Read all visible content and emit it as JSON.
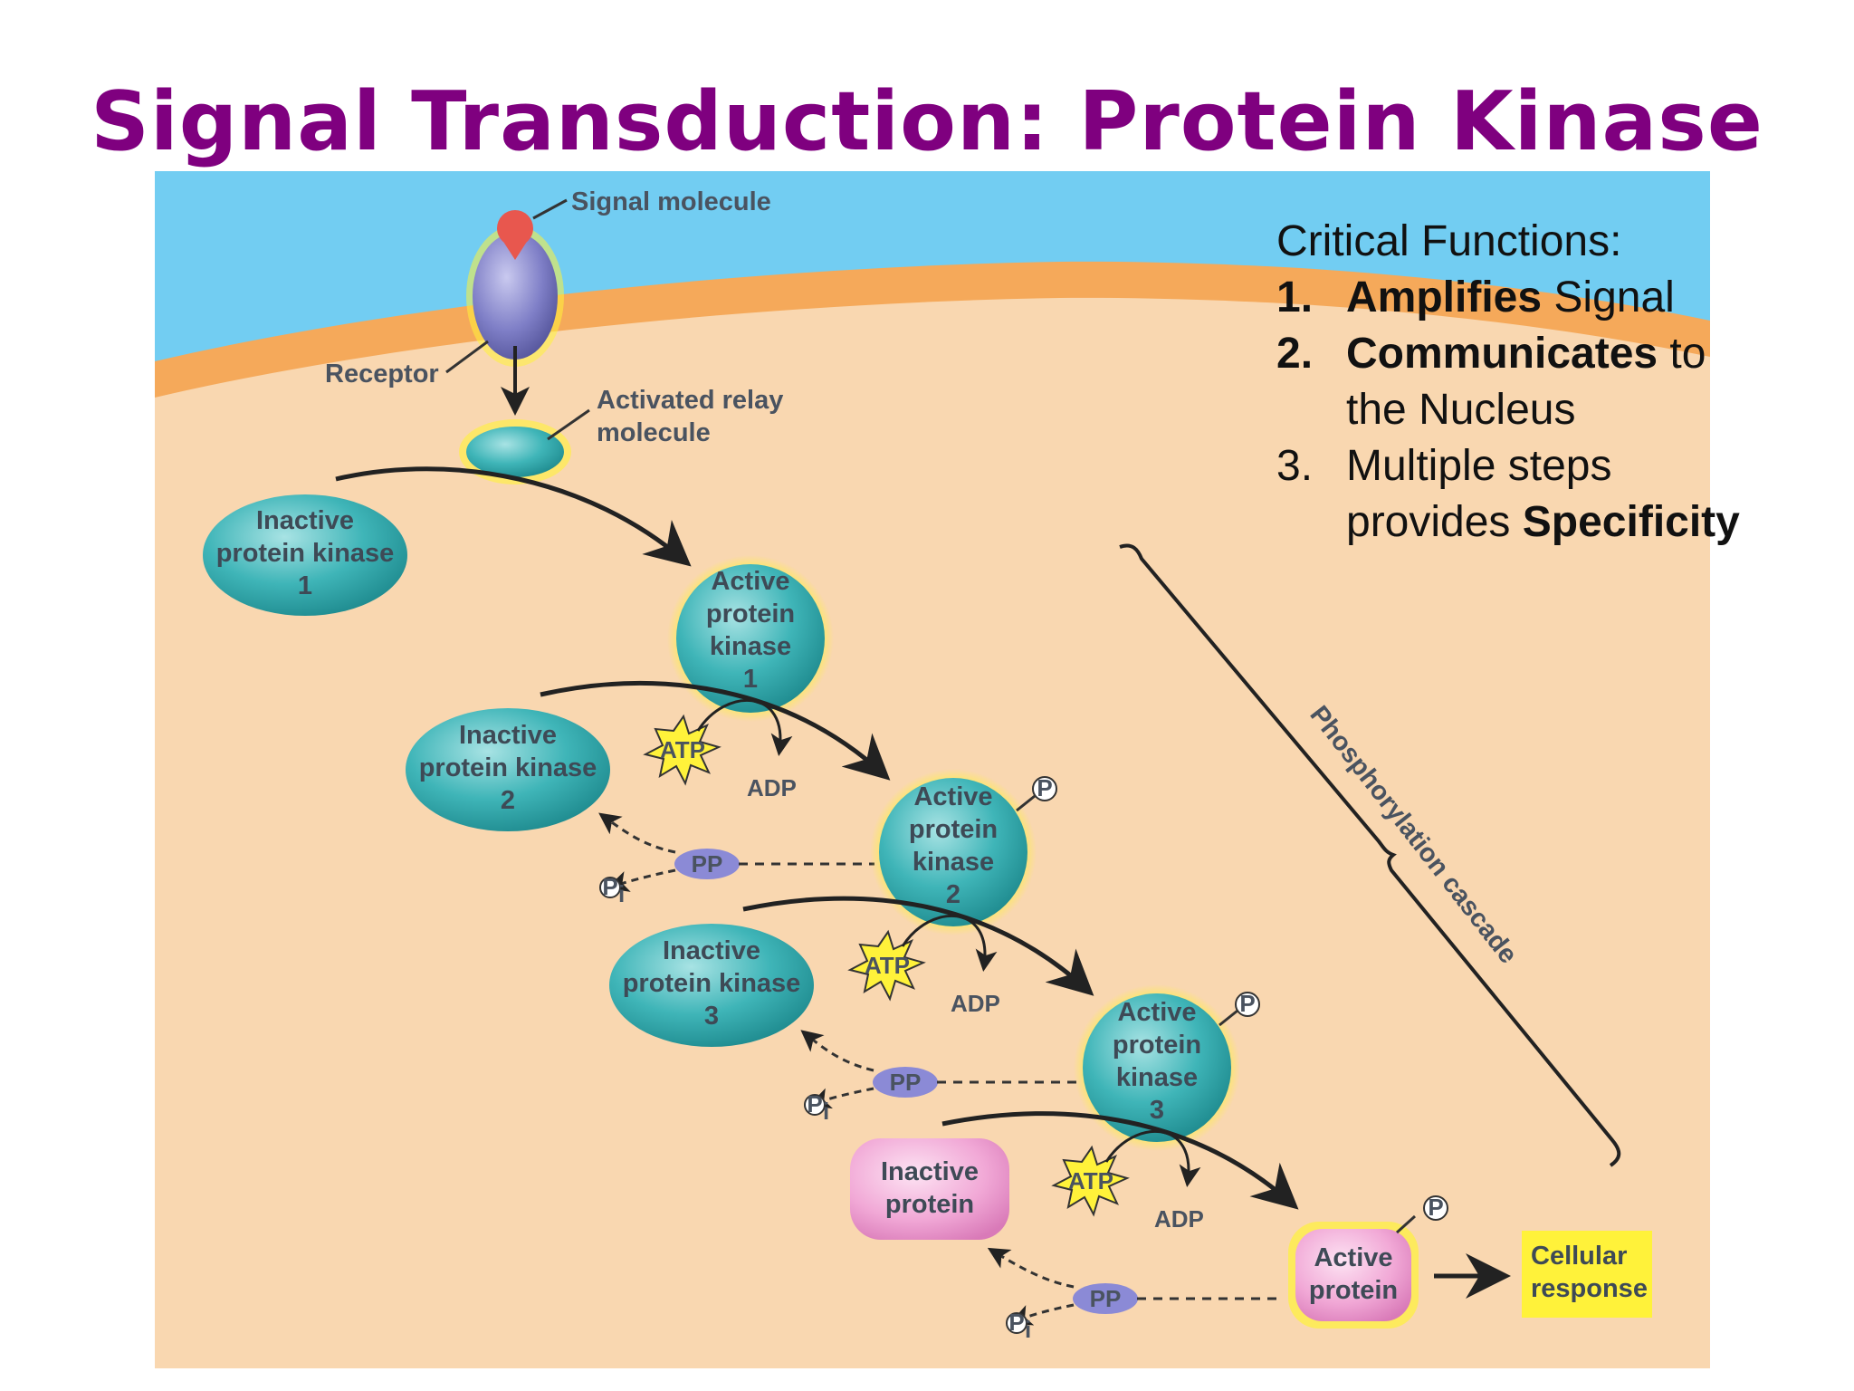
{
  "title": "Signal Transduction:  Protein Kinase",
  "labels": {
    "signal_molecule": "Signal molecule",
    "receptor": "Receptor",
    "relay_line1": "Activated relay",
    "relay_line2": "molecule",
    "inactive_pk1": [
      "Inactive",
      "protein kinase",
      "1"
    ],
    "active_pk1": [
      "Active",
      "protein",
      "kinase",
      "1"
    ],
    "inactive_pk2": [
      "Inactive",
      "protein kinase",
      "2"
    ],
    "active_pk2": [
      "Active",
      "protein",
      "kinase",
      "2"
    ],
    "inactive_pk3": [
      "Inactive",
      "protein kinase",
      "3"
    ],
    "active_pk3": [
      "Active",
      "protein",
      "kinase",
      "3"
    ],
    "inactive_protein": [
      "Inactive",
      "protein"
    ],
    "active_protein": [
      "Active",
      "protein"
    ],
    "atp": "ATP",
    "adp": "ADP",
    "pp": "PP",
    "p": "P",
    "pi_sub": "i",
    "cascade": "Phosphorylation cascade",
    "cellular_response": [
      "Cellular",
      "response"
    ]
  },
  "functions": {
    "heading": "Critical Functions:",
    "items": [
      {
        "num": "1.",
        "num_bold": true,
        "bold": "Amplifies",
        "rest": " Signal",
        "cont": ""
      },
      {
        "num": "2.",
        "num_bold": true,
        "bold": "Communicates",
        "rest": " to",
        "cont": "the Nucleus"
      },
      {
        "num": "3.",
        "num_bold": false,
        "bold": "",
        "rest": "Multiple steps",
        "cont_plain": "provides ",
        "cont_bold": "Specificity"
      }
    ]
  },
  "colors": {
    "title": "#7f007f",
    "sky": "#72cdf2",
    "membrane": "#f5a95a",
    "cytoplasm": "#f9d7b0",
    "kinase": "#3fb5b8",
    "protein": "#f1a8d6",
    "glow": "#fff23a",
    "pp": "#8b8ad6"
  }
}
